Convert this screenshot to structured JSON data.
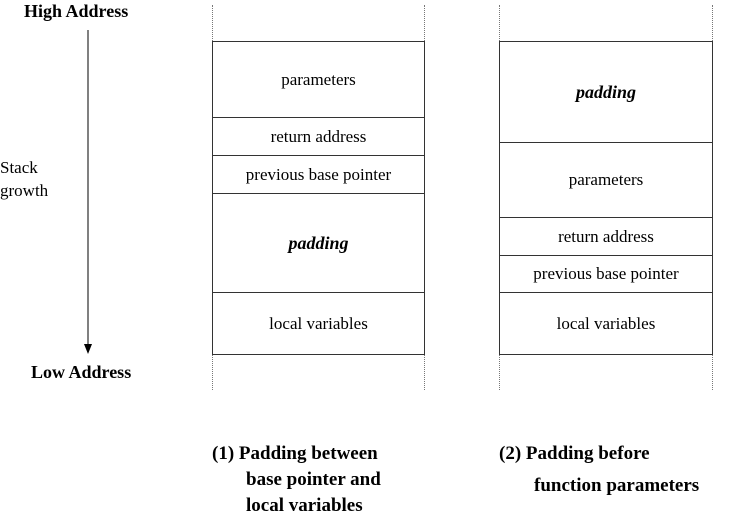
{
  "axis": {
    "high_label": "High Address",
    "low_label": "Low Address",
    "growth_line1": "Stack",
    "growth_line2": "growth"
  },
  "left_stack": {
    "cells": [
      {
        "label": "parameters"
      },
      {
        "label": "return address"
      },
      {
        "label": "previous base pointer"
      },
      {
        "label": "padding"
      },
      {
        "label": "local variables"
      }
    ],
    "caption_line1": "(1) Padding between",
    "caption_line2": "base pointer and",
    "caption_line3": "local variables"
  },
  "right_stack": {
    "cells": [
      {
        "label": "padding"
      },
      {
        "label": "parameters"
      },
      {
        "label": "return address"
      },
      {
        "label": "previous base pointer"
      },
      {
        "label": "local variables"
      }
    ],
    "caption_line1": "(2) Padding before",
    "caption_line2": "function parameters"
  }
}
